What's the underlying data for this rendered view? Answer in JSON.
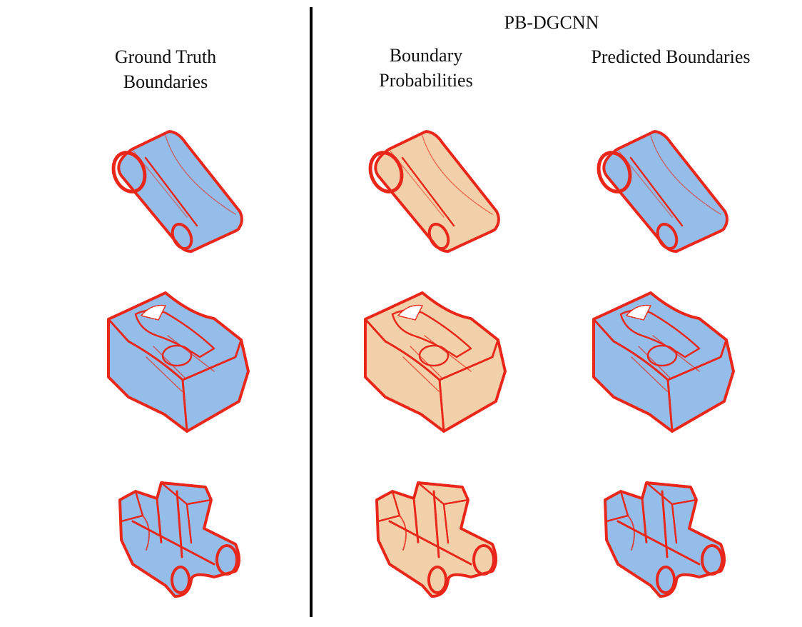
{
  "labels": {
    "pb_dgcnn": "PB-DGCNN",
    "ground_truth": "Ground Truth\nBoundaries",
    "boundary_probabilities": "Boundary\nProbabilities",
    "predicted_boundaries": "Predicted Boundaries"
  },
  "colors": {
    "blue_points": "#8fbbe8",
    "orange_points": "#f2cfa6",
    "boundary_red": "#e8271a",
    "divider": "#000000"
  },
  "columns": [
    {
      "id": "ground-truth",
      "fill": "blue"
    },
    {
      "id": "boundary-probabilities",
      "fill": "orange"
    },
    {
      "id": "predicted-boundaries",
      "fill": "blue"
    }
  ],
  "rows": [
    {
      "shape": "rounded-block-with-bore"
    },
    {
      "shape": "pocketed-block"
    },
    {
      "shape": "cross-shaped-part"
    }
  ]
}
